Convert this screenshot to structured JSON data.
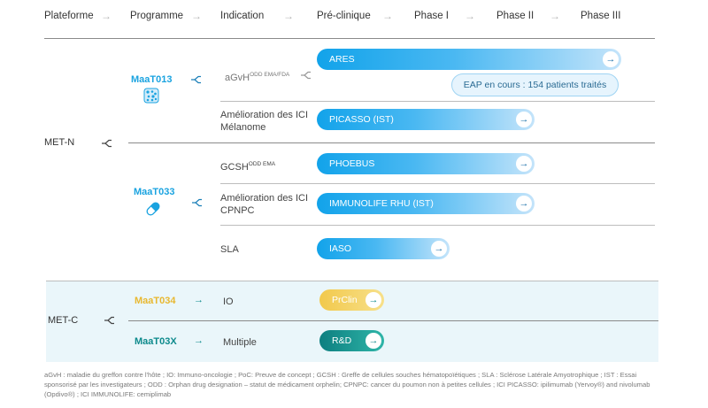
{
  "header": {
    "cols": [
      "Plateforme",
      "Programme",
      "Indication",
      "Pré-clinique",
      "Phase I",
      "Phase II",
      "Phase III"
    ],
    "arrow": "→"
  },
  "platforms": {
    "metn": "MET-N",
    "metc": "MET-C"
  },
  "programs": {
    "maat013": "MaaT013",
    "maat033": "MaaT033",
    "maat034": "MaaT034",
    "maat03x": "MaaT03X"
  },
  "indications": {
    "agvh": "aGvH",
    "agvh_sup": "ODD EMA/FDA",
    "ici_mel_1": "Amélioration des ICI",
    "ici_mel_2": "Mélanome",
    "gcsh": "GCSH",
    "gcsh_sup": "ODD EMA",
    "ici_cpnpc_1": "Amélioration des ICI",
    "ici_cpnpc_2": "CPNPC",
    "sla": "SLA",
    "io": "IO",
    "multiple": "Multiple"
  },
  "bars": {
    "ares": "ARES",
    "picasso": "PICASSO (IST)",
    "phoebus": "PHOEBUS",
    "immunolife": "IMMUNOLIFE RHU (IST)",
    "iaso": "IASO",
    "preclin": "PrClin",
    "rd": "R&D",
    "arrow": "→"
  },
  "eap": "EAP en cours : 154 patients traités",
  "footnote": "aGvH : maladie du greffon contre l'hôte ; IO: Immuno-oncologie ; PoC: Preuve de concept ; GCSH : Greffe de cellules souches hématopoïétiques ; SLA : Sclérose Latérale Amyotrophique ; IST : Essai sponsorisé par les investigateurs ; ODD : Orphan drug designation – statut de médicament orphelin; CPNPC: cancer du poumon non à petites cellules ; ICI PICASSO: ipilimumab (Yervoy®) and nivolumab (Opdivo®) ; ICI IMMUNOLIFE: cemiplimab",
  "colors": {
    "accent_blue": "#12a3ea",
    "program_blue": "#1aa3e0",
    "program_yellow": "#e8b830",
    "program_teal": "#0d8a8c",
    "metc_bg": "#eaf6fa"
  },
  "icons": {
    "branch": "branch-icon",
    "stool": "microbiome-icon",
    "capsule": "capsule-icon",
    "arrow_right": "arrow-right-icon"
  }
}
